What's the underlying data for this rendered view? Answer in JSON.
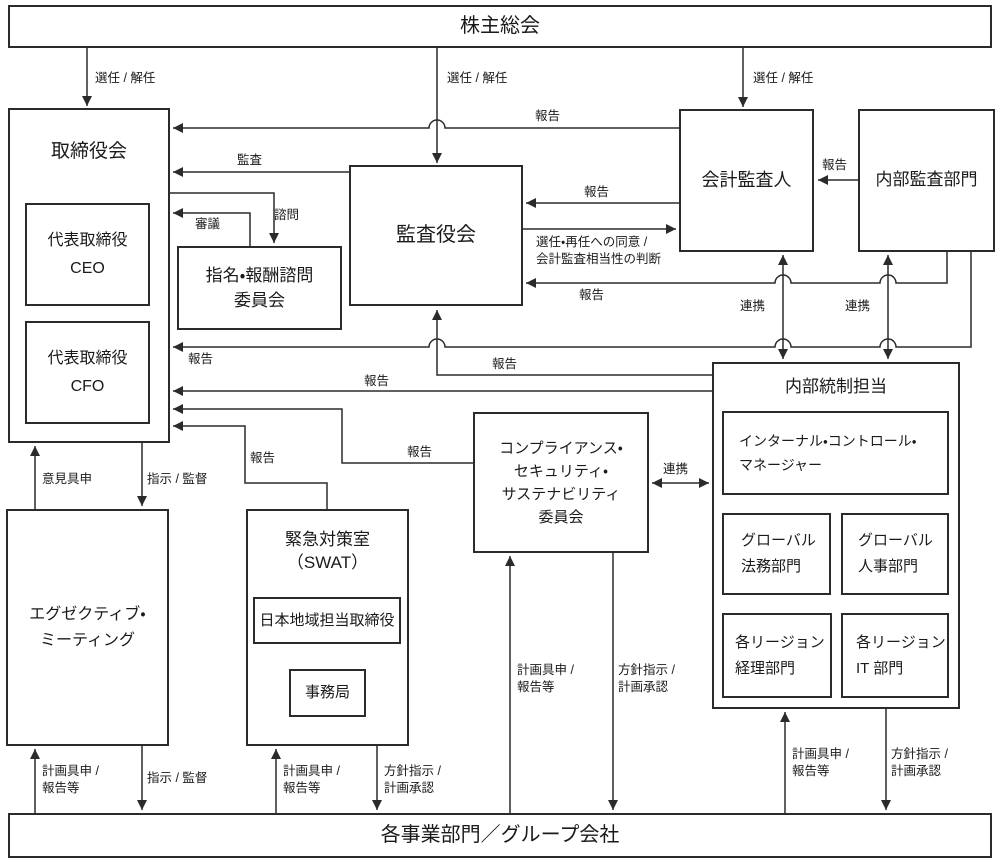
{
  "nodes": {
    "shareholders": {
      "label": "株主総会"
    },
    "board": {
      "label": "取締役会"
    },
    "ceo": {
      "label": "代表取締役\nCEO"
    },
    "cfo": {
      "label": "代表取締役\nCFO"
    },
    "nomination": {
      "label": "指名・報酬諮問\n委員会"
    },
    "audit_board": {
      "label": "監査役会"
    },
    "accounting_auditor": {
      "label": "会計監査人"
    },
    "internal_audit": {
      "label": "内部監査部門"
    },
    "internal_control": {
      "label": "内部統制担当"
    },
    "ic_manager": {
      "label": "インターナル・コントロール・\nマネージャー"
    },
    "global_legal": {
      "label": "グローバル\n法務部門"
    },
    "global_hr": {
      "label": "グローバル\n人事部門"
    },
    "region_accounting": {
      "label": "各リージョン\n経理部門"
    },
    "region_it": {
      "label": "各リージョン\nIT 部門"
    },
    "compliance_committee": {
      "label": "コンプライアンス・\nセキュリティ・\nサステナビリティ\n委員会"
    },
    "swat": {
      "label": "緊急対策室\n（SWAT）"
    },
    "japan_director": {
      "label": "日本地域担当取締役"
    },
    "secretariat": {
      "label": "事務局"
    },
    "executive_meeting": {
      "label": "エグゼクティブ・\nミーティング"
    },
    "business_units": {
      "label": "各事業部門／グループ会社"
    }
  },
  "edge_labels": {
    "sennin_board": "選任 / 解任",
    "sennin_audit_board": "選任 / 解任",
    "sennin_auditor": "選任 / 解任",
    "hokoku_auditor_to_board": "報告",
    "kansa": "監査",
    "shimon": "諮問",
    "shingi": "審議",
    "hokoku_auditor_to_auditboard": "報告",
    "sennin_doui": "選任・再任への同意 /\n会計監査相当性の判断",
    "hokoku_ia_to_auditor": "報告",
    "hokoku_ia_to_auditboard": "報告",
    "hokoku_ia_to_board": "報告",
    "renkei_auditor_ic": "連携",
    "renkei_ia_ic": "連携",
    "hokoku_ic_to_auditboard": "報告",
    "hokoku_ic_to_board": "報告",
    "hokoku_committee_to_board": "報告",
    "hokoku_swat_to_board": "報告",
    "ikengushin": "意見具申",
    "shiji_kantoku_top": "指示 / 監督",
    "renkei_committee_ic": "連携",
    "keikaku_exec": "計画具申 /\n報告等",
    "shiji_kantoku_bottom": "指示 / 監督",
    "keikaku_swat": "計画具申 /\n報告等",
    "houshin_swat": "方針指示 /\n計画承認",
    "keikaku_committee": "計画具申 /\n報告等",
    "houshin_committee": "方針指示 /\n計画承認",
    "keikaku_ic": "計画具申 /\n報告等",
    "houshin_ic": "方針指示 /\n計画承認"
  }
}
